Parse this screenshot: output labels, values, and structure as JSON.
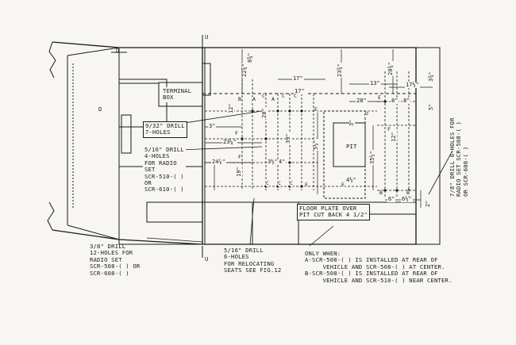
{
  "labels": {
    "terminal_box": "TERMINAL\nBOX",
    "drill_9_32": "9/32\" DRILL\n7-HOLES",
    "drill_5_16_radio": "5/16\" DRILL\n4-HOLES\nFOR RADIO\nSET\nSCR-510-( )\nOR\nSCR-610-( )",
    "pit": "PIT",
    "floor_plate": "FLOOR PLATE OVER\nPIT CUT BACK 4 1/2\"",
    "drill_3_8": "3/8\" DRILL\n12-HOLES FOR\nRADIO SET\nSCR-508-( ) OR\nSCR-608-( )",
    "drill_5_16_seats": "5/16\" DRILL\n6-HOLES\nFOR RELOCATING\nSEATS SEE FIG.12",
    "only_when": "ONLY WHEN:\nA-SCR-508-( ) IS INSTALLED AT REAR OF\n     VEHICLE AND SCR-508-( ) AT CENTER.\nB-SCR-508-( ) IS INSTALLED AT REAR OF\n     VEHICLE AND SCR-510-( ) NEAR CENTER.",
    "drill_7_8": "7/8\" DRILL 6-HOLES FOR\nRADIO SET SCR-508-( )\nOR SCR-608-( )"
  },
  "section_marks": {
    "u_top": "U",
    "u_bottom": "U",
    "d_top": "D",
    "d_mid": "D"
  },
  "dimensions": [
    {
      "id": "d22",
      "text": "22¾\""
    },
    {
      "id": "d8a",
      "text": "8¾\""
    },
    {
      "id": "d17a",
      "text": "17\""
    },
    {
      "id": "d23",
      "text": "23¾\""
    },
    {
      "id": "d13",
      "text": "13\""
    },
    {
      "id": "d20",
      "text": "20¾\""
    },
    {
      "id": "d17b",
      "text": "17½\""
    },
    {
      "id": "d3r",
      "text": "3¾\""
    },
    {
      "id": "d17c",
      "text": "17\""
    },
    {
      "id": "d28",
      "text": "28\""
    },
    {
      "id": "d12a",
      "text": "12\""
    },
    {
      "id": "d3a",
      "text": "3\""
    },
    {
      "id": "d20b",
      "text": "20\""
    },
    {
      "id": "d23b",
      "text": "23¼\""
    },
    {
      "id": "d24",
      "text": "24⅞\""
    },
    {
      "id": "d39",
      "text": "39\""
    },
    {
      "id": "d12c",
      "text": "12\""
    },
    {
      "id": "d35",
      "text": "35½\""
    },
    {
      "id": "d19",
      "text": "19\""
    },
    {
      "id": "d3b",
      "text": "3½\""
    },
    {
      "id": "d4a",
      "text": "4\""
    },
    {
      "id": "d4b",
      "text": "4½\""
    },
    {
      "id": "d6a",
      "text": "6\""
    },
    {
      "id": "d6b",
      "text": "6½\""
    },
    {
      "id": "d2",
      "text": "2\""
    },
    {
      "id": "d8b",
      "text": "8\""
    },
    {
      "id": "d8c",
      "text": "8\""
    },
    {
      "id": "d5",
      "text": "5\""
    },
    {
      "id": "d5b",
      "text": "5½\""
    },
    {
      "id": "d3c",
      "text": "3\""
    }
  ],
  "hole_letters": [
    "A",
    "B",
    "C",
    "D",
    "E",
    "F"
  ]
}
